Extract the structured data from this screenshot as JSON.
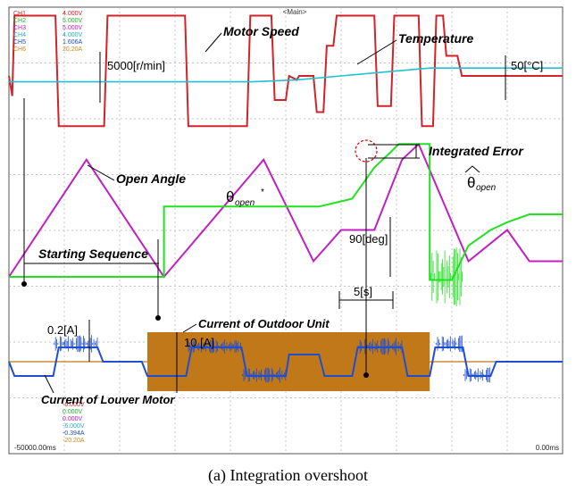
{
  "header": {
    "tag": "<Main>"
  },
  "channels": [
    {
      "id": "CH1",
      "value": "4.000V",
      "color": "#d0232a"
    },
    {
      "id": "CH2",
      "value": "5.000V",
      "color": "#22b522"
    },
    {
      "id": "CH3",
      "value": "5.000V",
      "color": "#c020c0"
    },
    {
      "id": "CH4",
      "value": "4.000V",
      "color": "#20b0c0"
    },
    {
      "id": "CH5",
      "value": "1.606A",
      "color": "#2050c0"
    },
    {
      "id": "CH6",
      "value": "20.20A",
      "color": "#c98a20"
    }
  ],
  "bottom_values": [
    "-6.000V",
    "0.000V",
    "0.000V",
    "-6.000V",
    "-0.394A",
    "-20.20A"
  ],
  "time_left": "-50000.00ms",
  "time_right": "0.00ms",
  "caption": "(a)  Integration  overshoot",
  "colors": {
    "speed": "#d0232a",
    "temperature": "#22c0d0",
    "angle": "#c020c0",
    "error": "#22e022",
    "current_louver": "#1f4fd0",
    "current_outdoor": "#c07818",
    "grid": "#b0b0b0"
  },
  "chart_data": {
    "type": "line",
    "title": "",
    "xlabel": "",
    "ylabel": "",
    "xlim": [
      -50,
      0
    ],
    "x_unit": "s",
    "grid": true,
    "annotations": {
      "motor_speed": "Motor Speed",
      "temperature": "Temperature",
      "speed_scale": "5000[r/min]",
      "temp_scale": "50[°C]",
      "integrated_error": "Integrated Error",
      "open_angle": "Open Angle",
      "theta_open_star": "θ",
      "theta_open_star_sub": "open",
      "theta_open_star_sup": "*",
      "theta_open_hat": "θ",
      "theta_open_hat_sub": "open",
      "angle_scale": "90[deg]",
      "starting_sequence": "Starting Sequence",
      "time_scale": "5[s]",
      "current_outdoor": "Current of Outdoor Unit",
      "current_louver": "Current of Louver Motor",
      "current_scale_small": "0.2[A]",
      "current_scale_big": "10 [A]"
    },
    "series": [
      {
        "name": "Motor Speed",
        "x": [
          -50,
          -49.7,
          -49.5,
          -47,
          -45.8,
          -45.5,
          -41.4,
          -41.1,
          -34.1,
          -33.8,
          -28.5,
          -28.2,
          -26.3,
          -26,
          -25,
          -24.7,
          -24,
          -23.8,
          -22.5,
          -22.2,
          -21.6,
          -21.3,
          -20.7,
          -20.4,
          -17,
          -16.7,
          -15.5,
          -15.2,
          -13,
          -12.7,
          -11.7,
          -11.4,
          -10.8,
          -10.5,
          -9.5,
          -9.1,
          0
        ],
        "y": [
          0,
          -1,
          3,
          3,
          3,
          -2.5,
          -2.5,
          3,
          3,
          -2.5,
          -2.5,
          3,
          3,
          -1.2,
          -1.2,
          0,
          -0.2,
          0,
          0,
          -1.8,
          -1.8,
          1.5,
          1.5,
          3,
          3,
          -1.5,
          -1.5,
          3,
          3,
          -2.5,
          -2.5,
          3,
          3,
          1,
          1,
          0,
          0
        ]
      },
      {
        "name": "Temperature",
        "x": [
          -50,
          -28,
          -24,
          -20,
          -16,
          -12,
          -5,
          0
        ],
        "y": [
          50,
          50,
          51,
          53,
          55,
          57,
          57,
          57
        ]
      },
      {
        "name": "Open Angle",
        "x": [
          -50,
          -43,
          -36,
          -27,
          -22.5,
          -20,
          -17,
          -14.5,
          -13,
          -8.5,
          -5,
          -3,
          -1,
          0
        ],
        "y": [
          0,
          75,
          0,
          75,
          10,
          30,
          30,
          75,
          85,
          10,
          30,
          10,
          10,
          10
        ]
      },
      {
        "name": "Integrated Error",
        "x": [
          -50,
          -36,
          -36,
          -25,
          -22,
          -19,
          -17,
          -15.5,
          -14.8,
          -12,
          -12,
          -10,
          -8.5,
          -6.5,
          -5,
          -3,
          0
        ],
        "y": [
          0,
          0,
          45,
          45,
          45,
          50,
          70,
          80,
          85,
          85,
          -2,
          -2,
          20,
          30,
          35,
          40,
          40
        ]
      },
      {
        "name": "Current of Louver Motor",
        "x": [
          -50,
          -49.5,
          -46,
          -45.5,
          -42,
          -41.5,
          -38,
          -37.5,
          -34,
          -33.5,
          -29,
          -28.5,
          -25,
          -24.7,
          -22,
          -21.5,
          -19,
          -18.5,
          -14.5,
          -14,
          -12,
          -11.5,
          -9,
          -8.5,
          -6.5,
          -6,
          0
        ],
        "y": [
          0,
          -0.1,
          -0.1,
          0.1,
          0.1,
          0,
          0,
          -0.1,
          -0.1,
          0.1,
          0.1,
          -0.1,
          -0.1,
          0.05,
          0.05,
          -0.1,
          -0.1,
          0.1,
          0.1,
          -0.1,
          -0.1,
          0.1,
          0.1,
          -0.1,
          -0.1,
          0,
          0
        ]
      },
      {
        "name": "Current of Outdoor Unit",
        "x": [
          -50,
          -37.5,
          -37.5,
          -12,
          -12,
          0
        ],
        "y": [
          0,
          0,
          10,
          10,
          0,
          0
        ]
      }
    ]
  }
}
